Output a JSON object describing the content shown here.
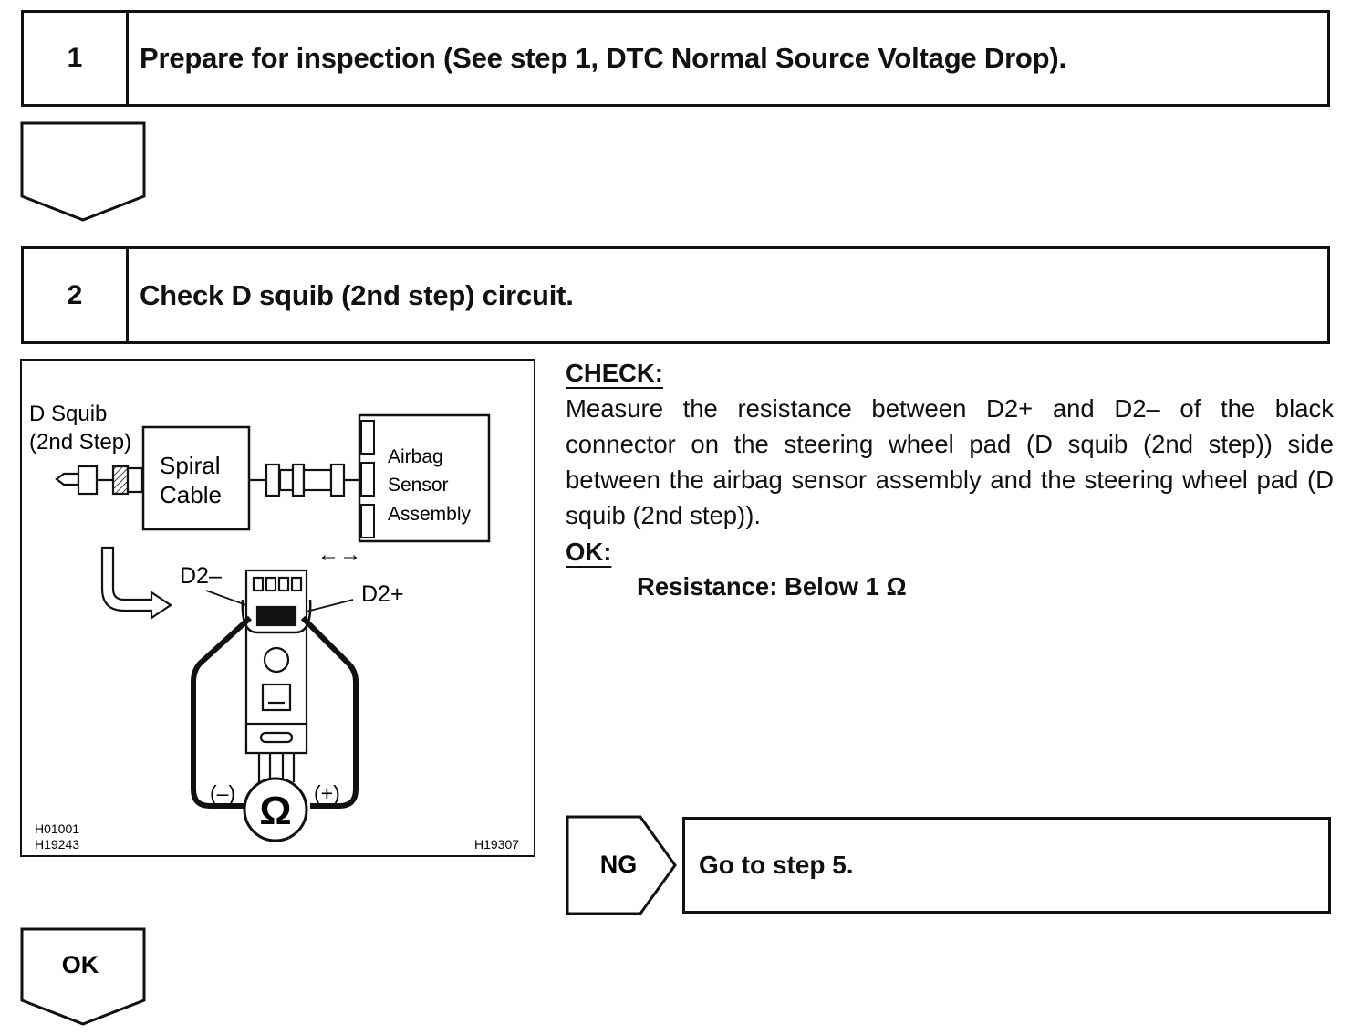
{
  "steps": [
    {
      "number": "1",
      "title": "Prepare for inspection (See step 1, DTC Normal Source Voltage Drop)."
    },
    {
      "number": "2",
      "title": "Check D squib (2nd step) circuit."
    }
  ],
  "figure": {
    "d_squib_label_line1": "D Squib",
    "d_squib_label_line2": "(2nd Step)",
    "spiral_cable_line1": "Spiral",
    "spiral_cable_line2": "Cable",
    "airbag_line1": "Airbag",
    "airbag_line2": "Sensor",
    "airbag_line3": "Assembly",
    "disconnect_arrows": "←→",
    "terminal_minus": "D2–",
    "terminal_plus": "D2+",
    "probe_minus": "(–)",
    "probe_plus": "(+)",
    "ohm_symbol": "Ω",
    "code_1": "H01001",
    "code_2": "H19243",
    "code_3": "H19307"
  },
  "check": {
    "label": "CHECK:",
    "body": "Measure the resistance between D2+ and D2– of the black connector on the steering wheel pad (D squib (2nd step)) side between the airbag sensor assembly and the steering wheel pad (D squib (2nd step)).",
    "ok_label": "OK:",
    "spec": "Resistance: Below 1 Ω"
  },
  "ng": {
    "label": "NG",
    "result": "Go to step 5."
  },
  "ok_arrow_label": "OK"
}
